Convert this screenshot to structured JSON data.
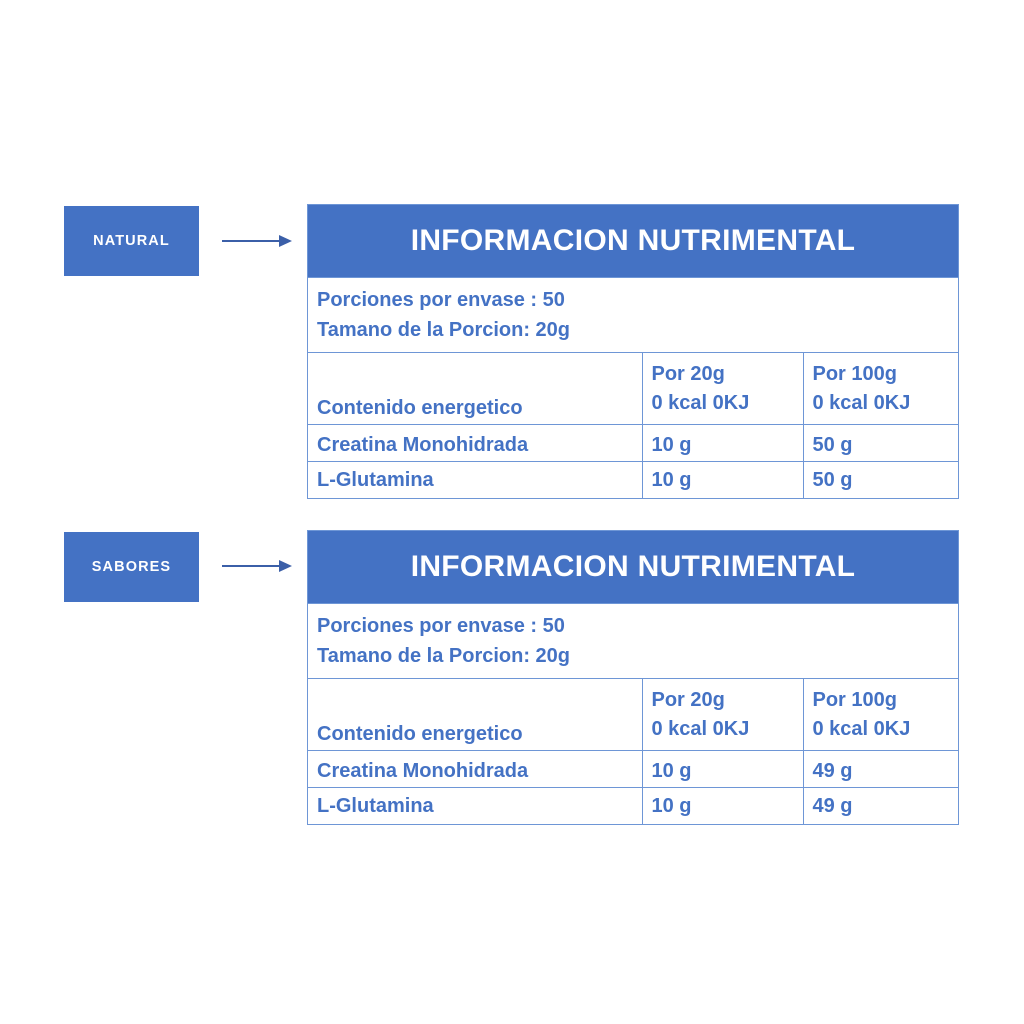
{
  "theme": {
    "accent_blue": "#4472C4",
    "border_blue": "#6E96D6",
    "arrow_blue": "#3B5FA8",
    "text_white": "#FFFFFF"
  },
  "variants": [
    {
      "label": "NATURAL"
    },
    {
      "label": "SABORES"
    }
  ],
  "tables": [
    {
      "title": "INFORMACION NUTRIMENTAL",
      "info": [
        "Porciones por envase : 50",
        "Tamano de la Porcion: 20g"
      ],
      "columns": {
        "name": "",
        "per_serving": "Por 20g",
        "per_100g": "Por 100g"
      },
      "energy": {
        "name": "Contenido energetico",
        "per_serving": "0 kcal  0KJ",
        "per_100g": "0 kcal  0KJ"
      },
      "rows": [
        {
          "name": "Creatina Monohidrada",
          "per_serving": "10 g",
          "per_100g": "50 g"
        },
        {
          "name": "L-Glutamina",
          "per_serving": "10 g",
          "per_100g": "50 g"
        }
      ]
    },
    {
      "title": "INFORMACION NUTRIMENTAL",
      "info": [
        "Porciones por envase : 50",
        "Tamano de la Porcion: 20g"
      ],
      "columns": {
        "name": "",
        "per_serving": "Por 20g",
        "per_100g": "Por 100g"
      },
      "energy": {
        "name": "Contenido energetico",
        "per_serving": "0 kcal  0KJ",
        "per_100g": "0 kcal  0KJ"
      },
      "rows": [
        {
          "name": "Creatina Monohidrada",
          "per_serving": "10 g",
          "per_100g": "49 g"
        },
        {
          "name": "L-Glutamina",
          "per_serving": "10 g",
          "per_100g": "49 g"
        }
      ]
    }
  ]
}
